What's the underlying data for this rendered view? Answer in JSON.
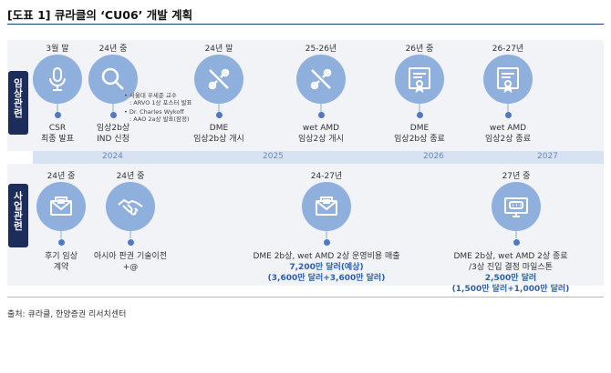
{
  "title": "[도표 1] 큐라클의 ‘CU06’ 개발 계획",
  "row_labels": {
    "clinical": "임상관련",
    "business": "사업관련"
  },
  "years": [
    "2024",
    "2025",
    "2026",
    "2027"
  ],
  "clinical_events": [
    {
      "date": "3월 말",
      "icon": "microphone-icon",
      "line1": "CSR",
      "line2": "최종 발표"
    },
    {
      "date": "24년 중",
      "icon": "magnifier-icon",
      "line1": "임상2b상",
      "line2": "IND 신청"
    },
    {
      "date": "24년 말",
      "icon": "tools-icon",
      "line1": "DME",
      "line2": "임상2b상 개시"
    },
    {
      "date": "25-26년",
      "icon": "tools-icon",
      "line1": "wet AMD",
      "line2": "임상2상 개시"
    },
    {
      "date": "26년 중",
      "icon": "certificate-icon",
      "line1": "DME",
      "line2": "임상2b상 종료"
    },
    {
      "date": "26-27년",
      "icon": "certificate-icon",
      "line1": "wet AMD",
      "line2": "임상2상 종료"
    }
  ],
  "presenter_notes": [
    "서울대 우세준 교수",
    ": ARVO 1상 포스터 발표",
    "Dr. Charles Wykoff",
    ": AAO 2a상 발표(잠정)"
  ],
  "business_events": [
    {
      "date": "24년 중",
      "icon": "envelope-icon",
      "line1": "후기 임상",
      "line2": "계약",
      "line3": ""
    },
    {
      "date": "24년 중",
      "icon": "handshake-icon",
      "line1": "아시아 판권 기술이전",
      "line2": "+@",
      "line3": ""
    },
    {
      "date": "24-27년",
      "icon": "envelope-icon",
      "line1": "DME 2b상, wet AMD 2상 운영비용 매출",
      "line2": "7,200만 달러(예상)",
      "line3": "(3,600만 달러+3,600만 달러)"
    },
    {
      "date": "27년 중",
      "icon": "monitor-chat-icon",
      "line1": "DME 2b상, wet AMD 2상 종료",
      "line2": "/3상 진입 결정 마일스톤",
      "line3": "2,500만 달러",
      "line4": "(1,500만 달러+1,000만 달러)"
    }
  ],
  "source": "출처: 큐라클, 한양증권 리서치센터"
}
